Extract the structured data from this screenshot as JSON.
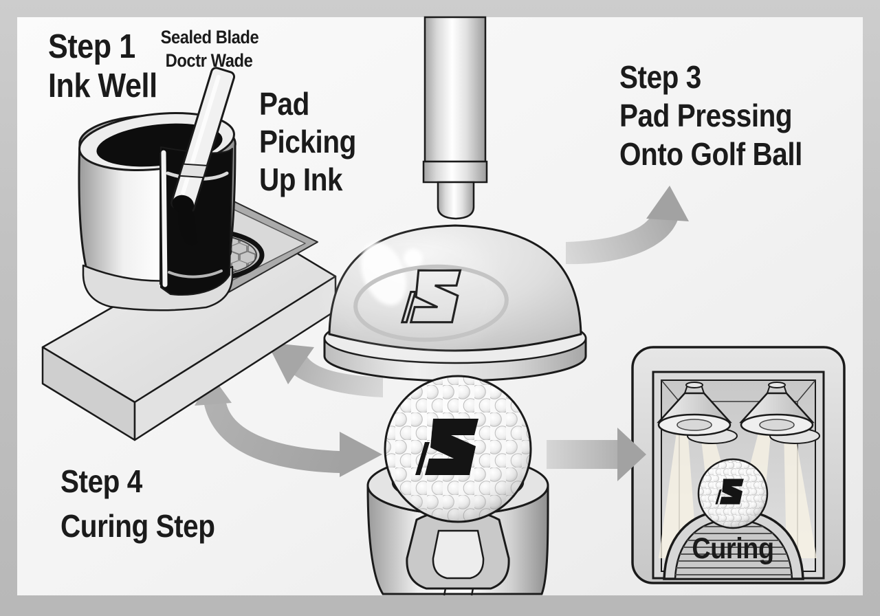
{
  "labels": {
    "step1_line1": "Step 1",
    "step1_line2": "Ink Well",
    "blade_line1": "Sealed Blade",
    "blade_line2": "Doctr Wade",
    "pad_line1": "Pad",
    "pad_line2": "Picking",
    "pad_line3": "Up Ink",
    "step3_line1": "Step 3",
    "step3_line2": "Pad Pressing",
    "step3_line3": "Onto Golf Ball",
    "step4_line1": "Step 4",
    "step4_line2": "Curing Step",
    "oven_label": "Curing"
  },
  "colors": {
    "outer_background": "#c2c2c2",
    "panel_background": "#f5f5f5",
    "line_art": "#1a1a1a",
    "ink": "#0c0c0c",
    "arrow": "#b3b3b3",
    "text": "#1b1b1b",
    "lamp_beam": "#f9f4e6"
  }
}
